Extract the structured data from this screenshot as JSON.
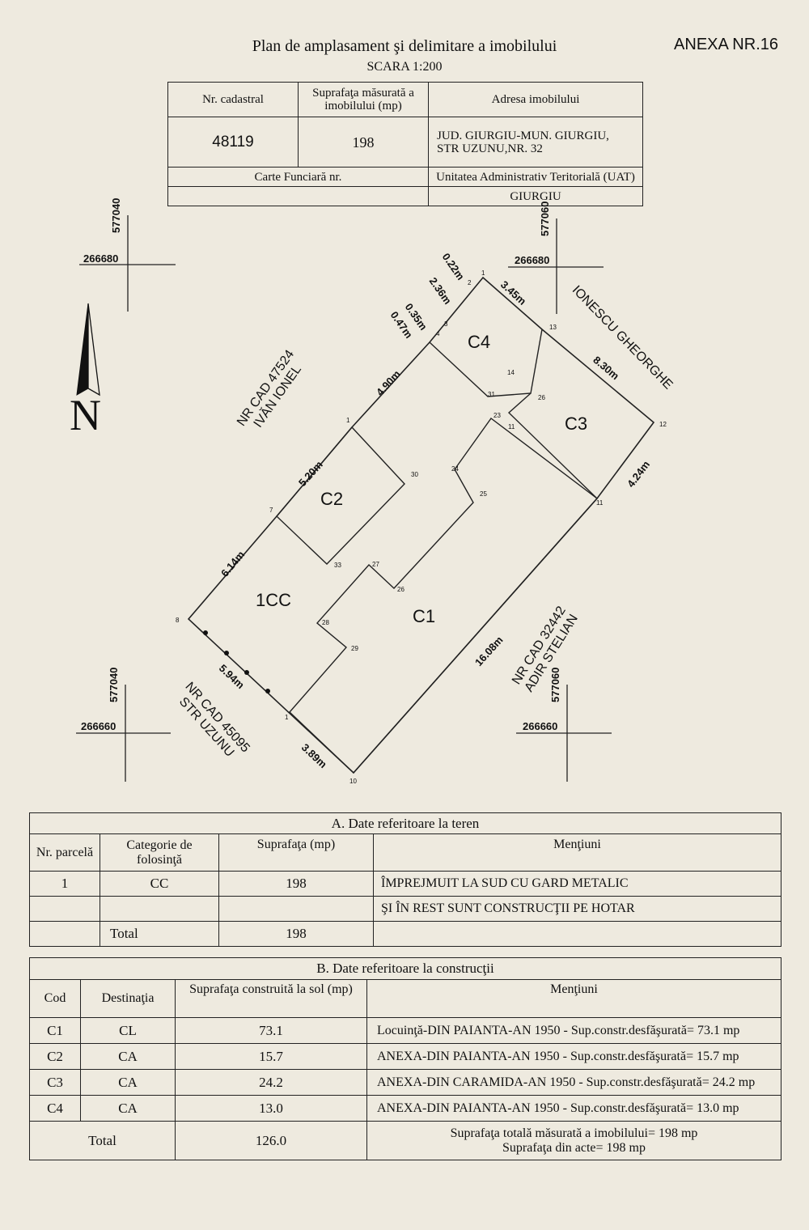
{
  "header": {
    "title": "Plan de amplasament şi delimitare a imobilului",
    "scale": "SCARA 1:200",
    "annex": "ANEXA NR.16"
  },
  "cadastral_table": {
    "col_nr_cadastral": "Nr. cadastral",
    "col_surface": "Suprafaţa măsurată a imobilului (mp)",
    "col_address": "Adresa imobilului",
    "nr_cadastral": "48119",
    "surface": "198",
    "address_line1": "JUD. GIURGIU-MUN. GIURGIU,",
    "address_line2": "STR UZUNU,NR. 32",
    "carte_funciara_label": "Carte Funciară nr.",
    "carte_funciara_value": "",
    "uat_label": "Unitatea Administrativ Teritorială (UAT)",
    "uat_value": "GIURGIU"
  },
  "plan": {
    "coords": {
      "tl_x": "266680",
      "tl_y": "577040",
      "tr_x": "266680",
      "tr_y": "577060",
      "bl_x": "266660",
      "bl_y": "577040",
      "br_x": "266660",
      "br_y": "577060"
    },
    "north": "N",
    "neighbors": {
      "nw_line1": "NR CAD 47524",
      "nw_line2": "IVĂN IONEL",
      "ne": "IONESCU GHEORGHE",
      "se_line1": "NR CAD 32442",
      "se_line2": "ADIR STELIAN",
      "sw_line1": "NR CAD 45095",
      "sw_line2": "STR UZUNU"
    },
    "buildings": [
      "C1",
      "C2",
      "C3",
      "C4",
      "1CC"
    ],
    "distances": [
      "0.22m",
      "2.36m",
      "3.45m",
      "0.35m",
      "0.47m",
      "4.90m",
      "8.30m",
      "5.20m",
      "4.24m",
      "6.14m",
      "16.08m",
      "5.94m",
      "3.89m"
    ],
    "points": [
      "1",
      "2",
      "3",
      "4",
      "13",
      "14",
      "31",
      "26",
      "12",
      "1",
      "23",
      "11",
      "24",
      "30",
      "25",
      "11",
      "7",
      "33",
      "27",
      "26",
      "8",
      "28",
      "29",
      "1",
      "10"
    ]
  },
  "table_a": {
    "title": "A. Date referitoare la teren",
    "headers": [
      "Nr. parcelă",
      "Categorie de folosinţă",
      "Suprafaţa (mp)",
      "Menţiuni"
    ],
    "rows": [
      [
        "1",
        "CC",
        "198",
        "ÎMPREJMUIT LA SUD CU GARD METALIC"
      ],
      [
        "",
        "",
        "",
        "ŞI ÎN REST SUNT CONSTRUCŢII PE HOTAR"
      ]
    ],
    "total_label": "Total",
    "total_value": "198"
  },
  "table_b": {
    "title": "B. Date referitoare la construcţii",
    "headers": [
      "Cod",
      "Destinaţia",
      "Suprafaţa construită la sol (mp)",
      "Menţiuni"
    ],
    "rows": [
      [
        "C1",
        "CL",
        "73.1",
        "Locuinţă-DIN PAIANTA-AN 1950 - Sup.constr.desfăşurată= 73.1 mp"
      ],
      [
        "C2",
        "CA",
        "15.7",
        "ANEXA-DIN PAIANTA-AN 1950 - Sup.constr.desfăşurată= 15.7 mp"
      ],
      [
        "C3",
        "CA",
        "24.2",
        "ANEXA-DIN CARAMIDA-AN 1950 - Sup.constr.desfăşurată= 24.2 mp"
      ],
      [
        "C4",
        "CA",
        "13.0",
        "ANEXA-DIN PAIANTA-AN 1950 - Sup.constr.desfăşurată= 13.0 mp"
      ]
    ],
    "total_label": "Total",
    "total_value": "126.0",
    "total_note1": "Suprafaţa totală măsurată a imobilului= 198 mp",
    "total_note2": "Suprafaţa din acte= 198 mp"
  }
}
